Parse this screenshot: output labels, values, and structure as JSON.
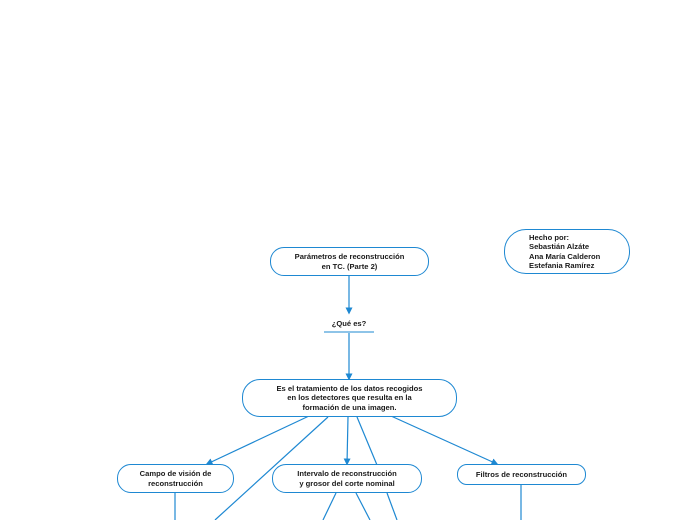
{
  "colors": {
    "stroke": "#1e88d2",
    "text": "#1a1a1a",
    "background": "#ffffff"
  },
  "nodes": {
    "title": "Parámetros de reconstrucción\nen TC. (Parte 2)",
    "question": "¿Qué es?",
    "definition": "Es el tratamiento de los datos recogidos\nen los detectores que resulta en la\nformación de una imagen.",
    "field_of_view": "Campo de visión de\nreconstrucción",
    "interval": "Intervalo de reconstrucción\ny grosor del corte nominal",
    "filters": "Filtros de reconstrucción",
    "credits": "Hecho por:\nSebastián Alzáte\nAna María Calderon\nEstefania Ramírez"
  }
}
